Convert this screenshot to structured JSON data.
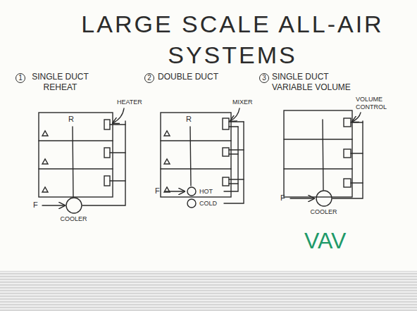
{
  "diagram": {
    "title": "LARGE SCALE ALL-AIR SYSTEMS",
    "nodes": [
      {
        "text": [
          "COOLER"
        ]
      },
      {
        "text": [
          "HOT"
        ]
      },
      {
        "text": [
          "COLD"
        ]
      },
      {
        "text": [
          "COOLER"
        ]
      }
    ],
    "labels": [
      "1",
      "SINGLE DUCT REHEAT",
      "HEATER",
      "R",
      "F",
      "2",
      "DOUBLE DUCT",
      "MIXER",
      "R",
      "F",
      "3",
      "SINGLE DUCT VARIABLE VOLUME",
      "VOLUME CONTROL",
      "F",
      "VAV"
    ]
  }
}
